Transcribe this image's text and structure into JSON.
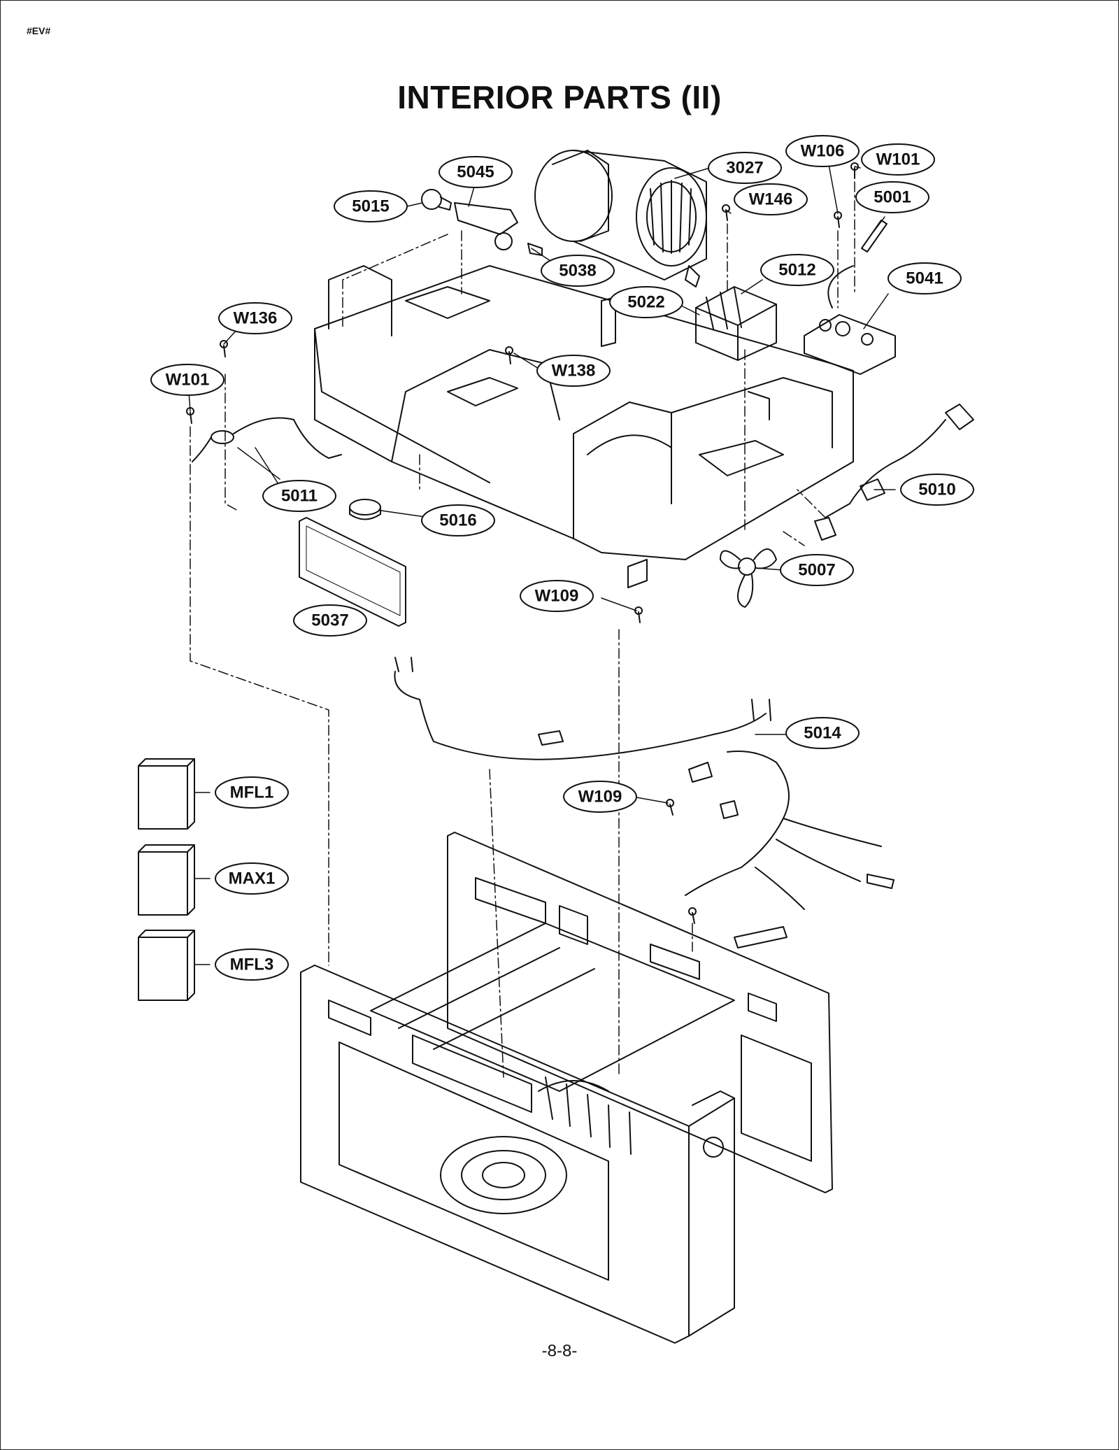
{
  "header": {
    "code": "#EV#",
    "title": "INTERIOR PARTS (II)"
  },
  "footer": {
    "page_number": "-8-8-"
  },
  "callouts": [
    {
      "id": "c3027",
      "label": "3027"
    },
    {
      "id": "c5045",
      "label": "5045"
    },
    {
      "id": "c5015",
      "label": "5015"
    },
    {
      "id": "cW106",
      "label": "W106"
    },
    {
      "id": "cW101a",
      "label": "W101"
    },
    {
      "id": "cW146",
      "label": "W146"
    },
    {
      "id": "c5001",
      "label": "5001"
    },
    {
      "id": "c5038",
      "label": "5038"
    },
    {
      "id": "c5012",
      "label": "5012"
    },
    {
      "id": "c5041",
      "label": "5041"
    },
    {
      "id": "c5022",
      "label": "5022"
    },
    {
      "id": "cW136",
      "label": "W136"
    },
    {
      "id": "cW138",
      "label": "W138"
    },
    {
      "id": "cW101b",
      "label": "W101"
    },
    {
      "id": "c5011",
      "label": "5011"
    },
    {
      "id": "c5016",
      "label": "5016"
    },
    {
      "id": "c5010",
      "label": "5010"
    },
    {
      "id": "c5007",
      "label": "5007"
    },
    {
      "id": "cW109a",
      "label": "W109"
    },
    {
      "id": "c5037",
      "label": "5037"
    },
    {
      "id": "c5014",
      "label": "5014"
    },
    {
      "id": "cW109b",
      "label": "W109"
    },
    {
      "id": "cMFL1",
      "label": "MFL1"
    },
    {
      "id": "cMAX1",
      "label": "MAX1"
    },
    {
      "id": "cMFL3",
      "label": "MFL3"
    }
  ]
}
